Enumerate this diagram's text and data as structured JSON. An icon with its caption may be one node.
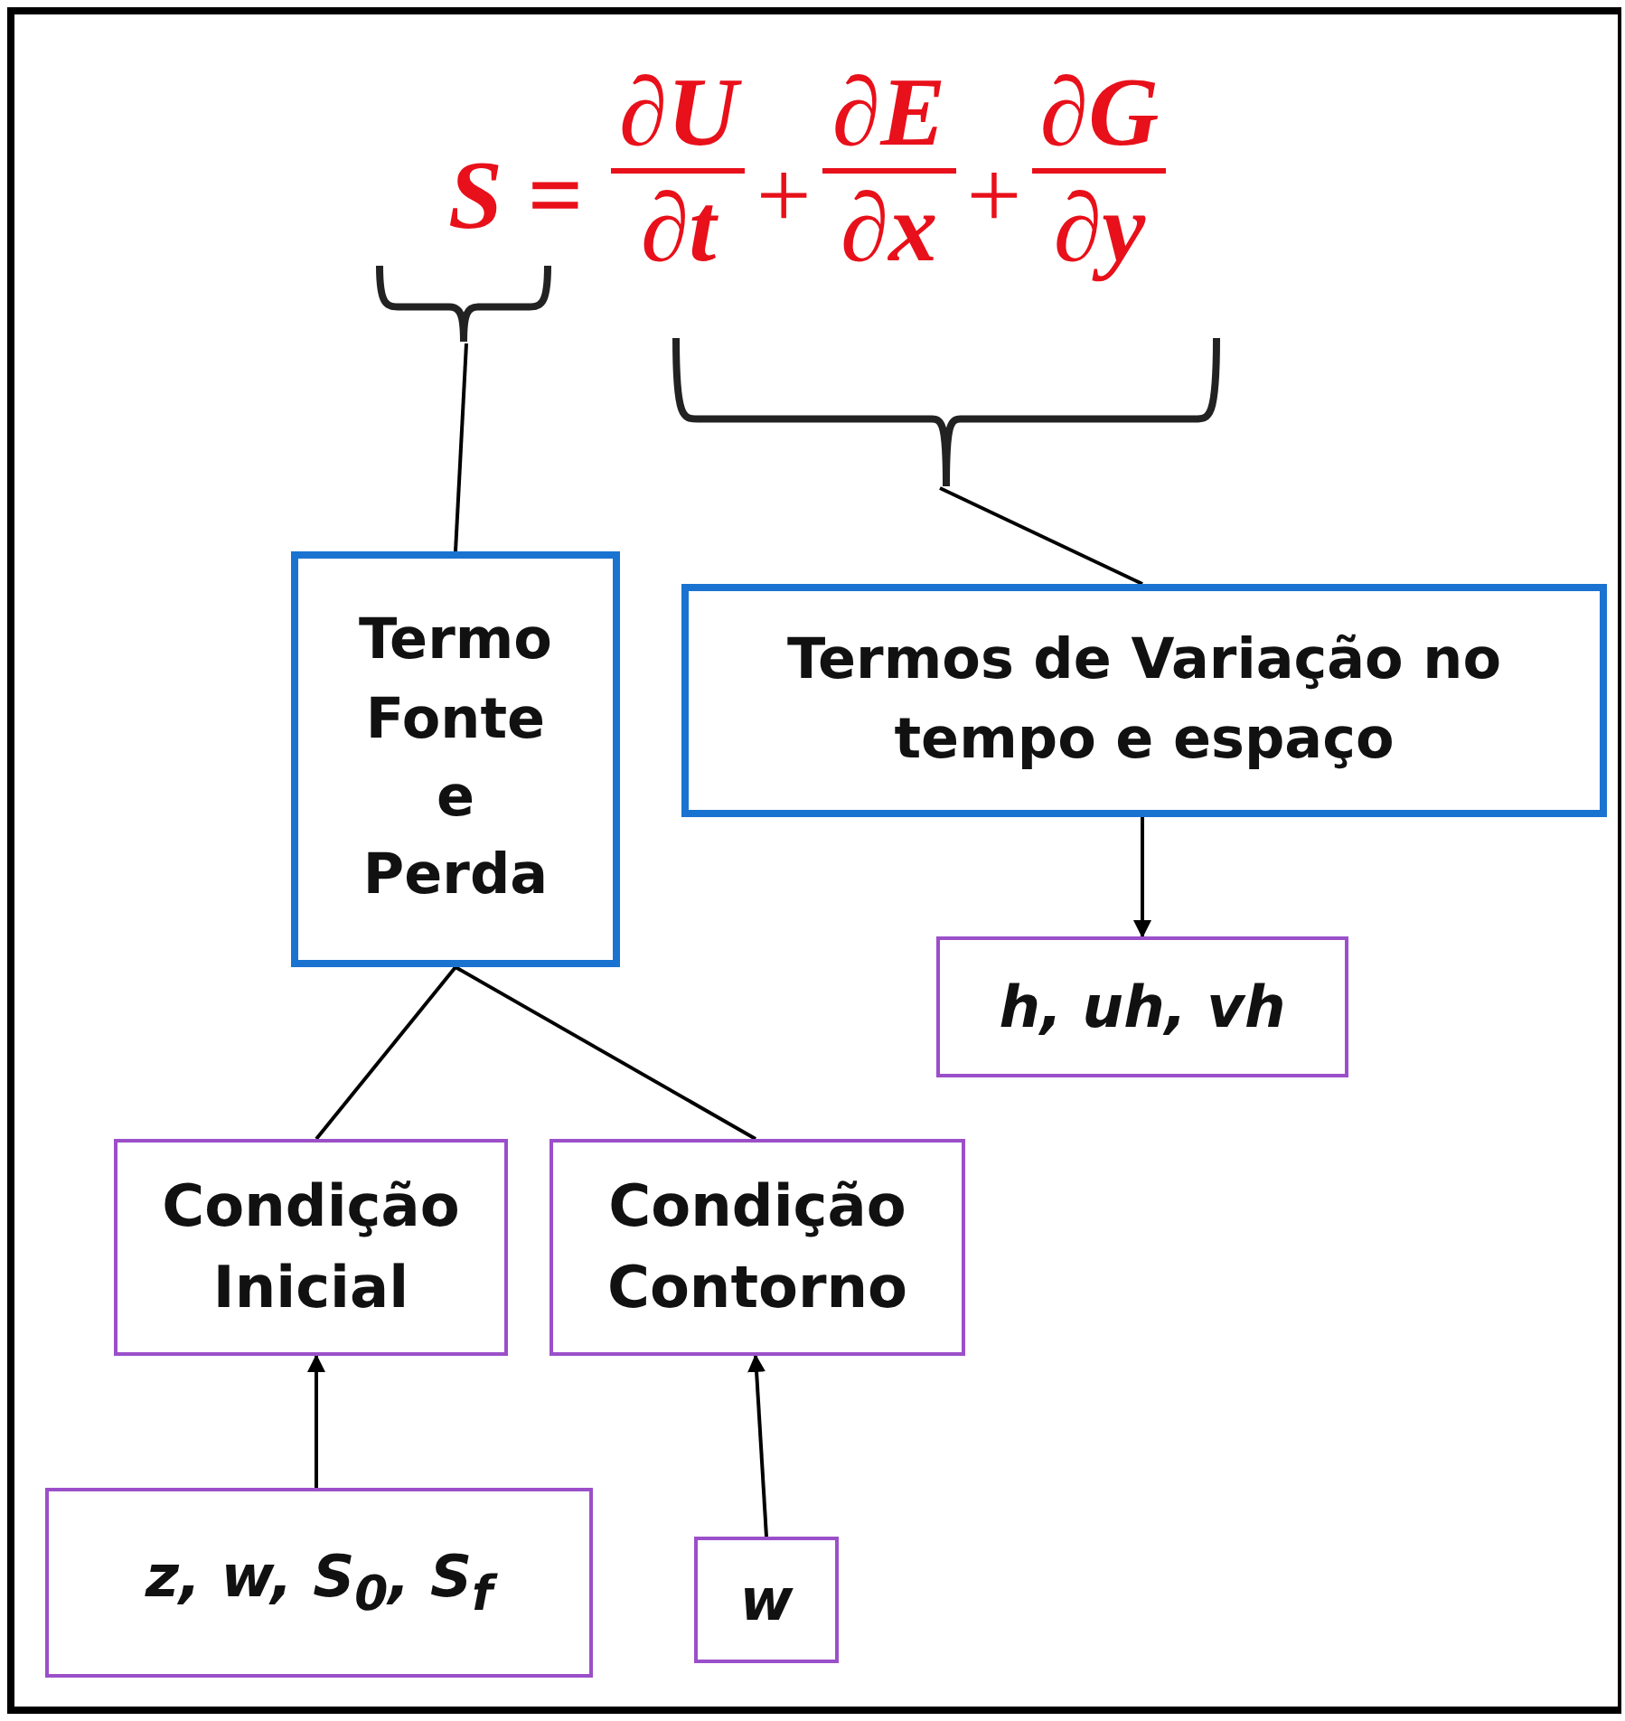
{
  "diagram": {
    "nodes": [
      {
        "text": [],
        "shape": "brace"
      },
      {
        "text": [],
        "shape": "brace"
      },
      {
        "text": [
          "Termo Fonte e Perda"
        ]
      },
      {
        "text": [
          "Termos de Variação no tempo e espaço"
        ]
      },
      {
        "text": [
          "h, uh, vh"
        ]
      },
      {
        "text": [
          "Condição Inicial"
        ]
      },
      {
        "text": [
          "Condição Contorno"
        ]
      },
      {
        "text": [
          "z, w, S$_{0}$, S$_{f}$"
        ]
      },
      {
        "text": [
          "w"
        ]
      }
    ],
    "edges": [
      {
        "from": 0,
        "to": 2,
        "arrow": "none"
      },
      {
        "from": 1,
        "to": 3,
        "arrow": "none"
      },
      {
        "from": 3,
        "to": 4,
        "arrow": "to"
      },
      {
        "from": 2,
        "to": 5,
        "arrow": "none"
      },
      {
        "from": 2,
        "to": 6,
        "arrow": "none"
      },
      {
        "from": 7,
        "to": 5,
        "arrow": "to"
      },
      {
        "from": 8,
        "to": 6,
        "arrow": "to"
      }
    ],
    "labels": [
      "S =",
      "∂U",
      "∂t",
      "+",
      "∂E",
      "∂x",
      "+",
      "∂G",
      "∂y"
    ]
  }
}
